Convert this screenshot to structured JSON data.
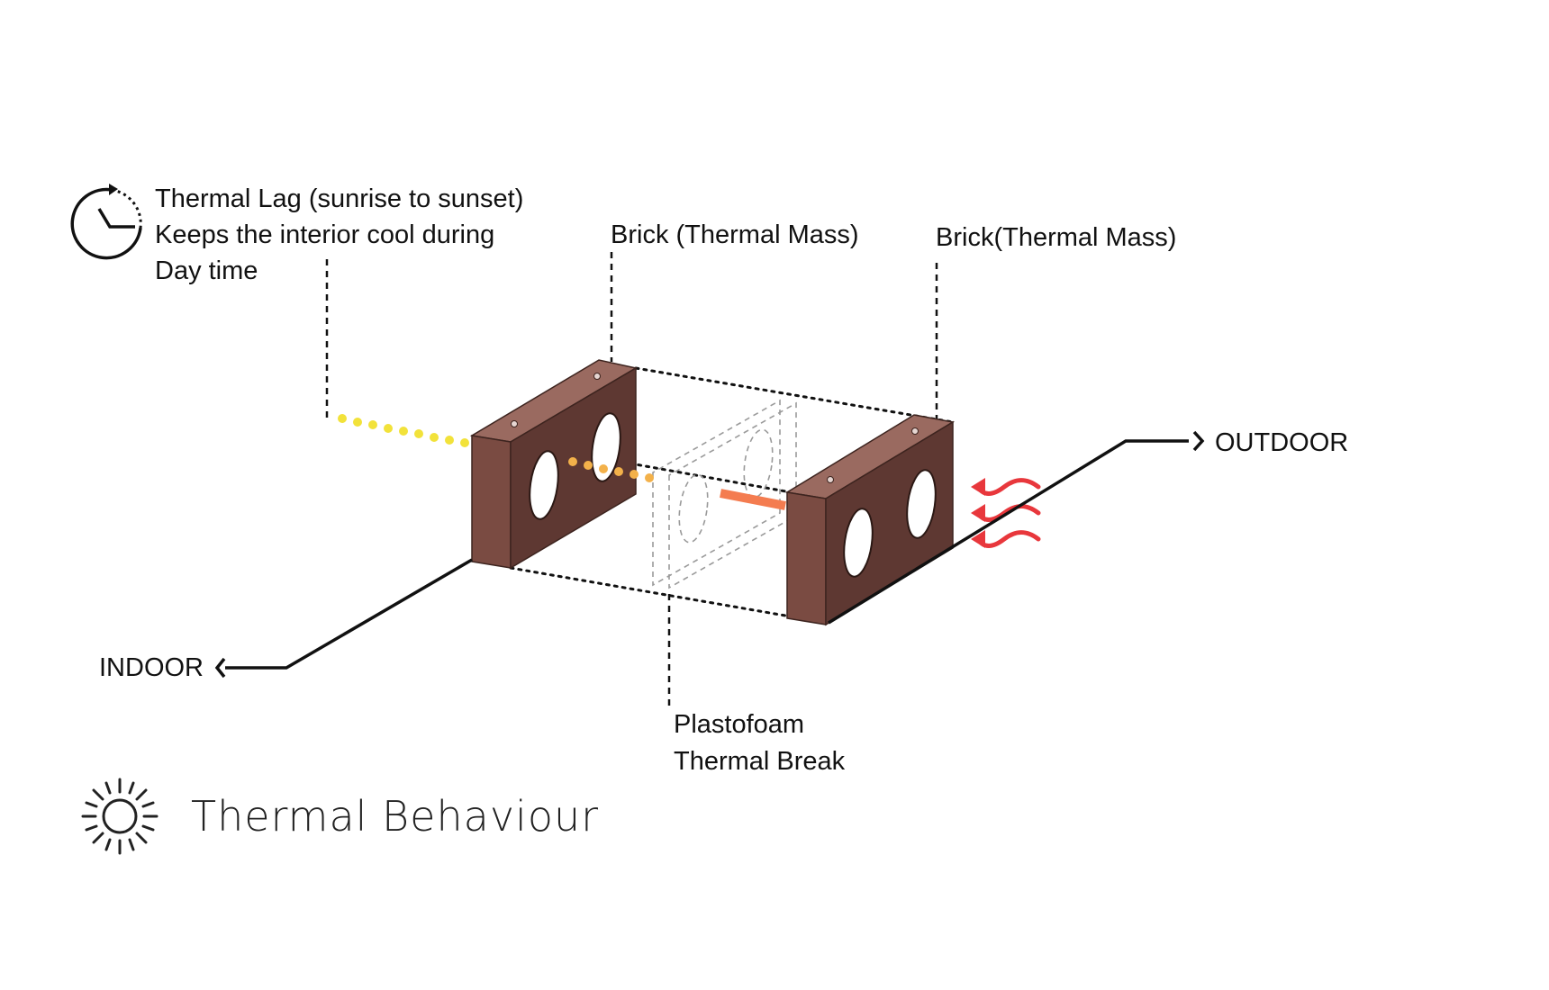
{
  "labels": {
    "thermal_lag_line1": "Thermal Lag (sunrise to sunset)",
    "thermal_lag_line2": "Keeps the interior cool during",
    "thermal_lag_line3": "Day time",
    "brick_inner": "Brick (Thermal Mass)",
    "brick_outer": "Brick(Thermal Mass)",
    "outdoor": "OUTDOOR",
    "indoor": "INDOOR",
    "foam_line1": "Plastofoam",
    "foam_line2": "Thermal Break",
    "title": "Thermal Behaviour"
  },
  "icons": {
    "clock": "clock-icon",
    "sun": "sun-icon",
    "heat": "heat-waves-icon"
  },
  "colors": {
    "brick": "#7a4b42",
    "heat_arrows": "#e8373c",
    "heat_bar": "#f47c50",
    "sun_dots": "#f2e23a",
    "warm_dots": "#f3b14a"
  }
}
